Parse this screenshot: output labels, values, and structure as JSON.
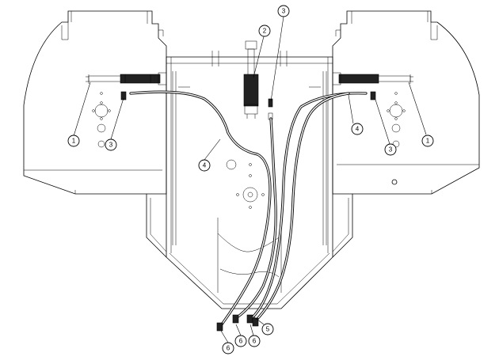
{
  "callouts": [
    {
      "id": "c1-left",
      "label": "1"
    },
    {
      "id": "c1-right",
      "label": "1"
    },
    {
      "id": "c2",
      "label": "2"
    },
    {
      "id": "c3-top",
      "label": "3"
    },
    {
      "id": "c3-left",
      "label": "3"
    },
    {
      "id": "c3-right",
      "label": "3"
    },
    {
      "id": "c4-left",
      "label": "4"
    },
    {
      "id": "c4-right",
      "label": "4"
    },
    {
      "id": "c5",
      "label": "5"
    },
    {
      "id": "c6-a",
      "label": "6"
    },
    {
      "id": "c6-b",
      "label": "6"
    },
    {
      "id": "c6-c",
      "label": "6"
    }
  ]
}
